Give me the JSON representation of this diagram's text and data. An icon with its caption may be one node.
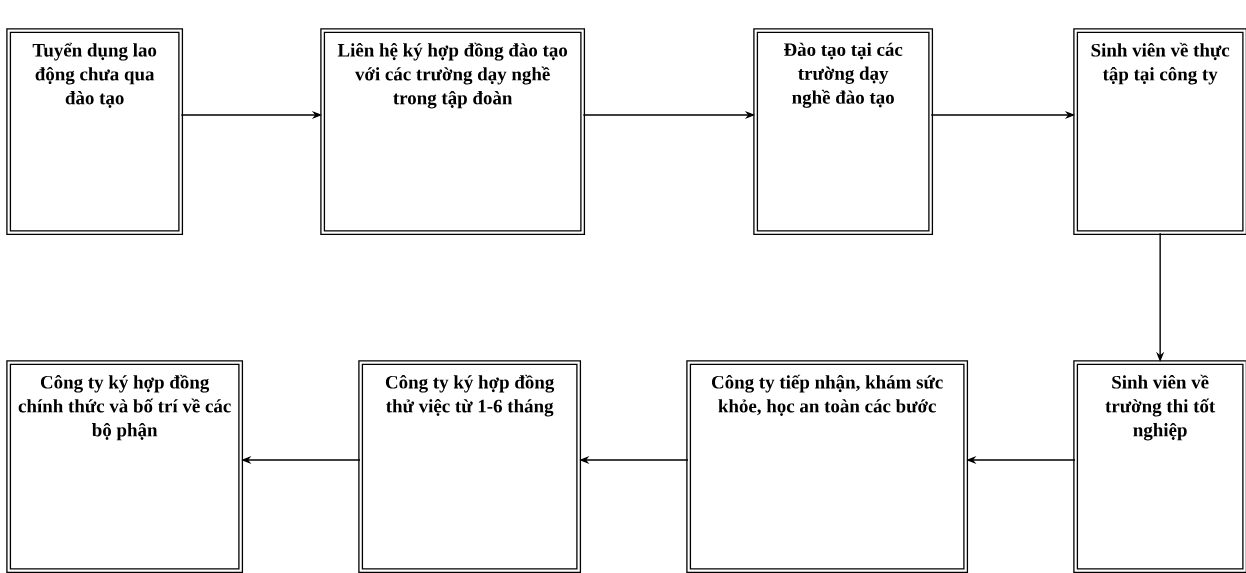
{
  "diagram": {
    "nodes": [
      {
        "text": [
          "Tuyển dụng lao động chưa qua đào tạo"
        ]
      },
      {
        "text": [
          "Liên hệ ký hợp đồng đào tạo với các trường dạy nghề trong tập đoàn"
        ]
      },
      {
        "text": [
          "Đào tạo tại các trường dạy nghề đào tạo"
        ]
      },
      {
        "text": [
          "Sinh viên về thực tập tại công ty"
        ]
      },
      {
        "text": [
          "Sinh viên về trường thi tốt nghiệp"
        ]
      },
      {
        "text": [
          "Công ty tiếp nhận, khám sức khỏe, học an toàn các bước"
        ]
      },
      {
        "text": [
          "Công ty ký hợp đồng thử việc từ 1-6 tháng"
        ]
      },
      {
        "text": [
          "Công ty ký hợp đồng chính thức và bố trí về các bộ phận"
        ]
      }
    ],
    "edges": [
      {
        "from": 0,
        "to": 1,
        "arrow": "to"
      },
      {
        "from": 1,
        "to": 2,
        "arrow": "to"
      },
      {
        "from": 2,
        "to": 3,
        "arrow": "to"
      },
      {
        "from": 3,
        "to": 4,
        "arrow": "to"
      },
      {
        "from": 4,
        "to": 5,
        "arrow": "to"
      },
      {
        "from": 5,
        "to": 6,
        "arrow": "to"
      },
      {
        "from": 6,
        "to": 7,
        "arrow": "to"
      }
    ]
  }
}
